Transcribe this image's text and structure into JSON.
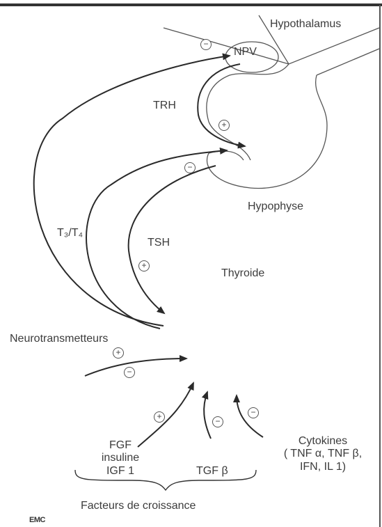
{
  "labels": {
    "hypothalamus": "Hypothalamus",
    "npv": "NPV",
    "trh": "TRH",
    "hypophyse": "Hypophyse",
    "t3t4": "T₃/T₄",
    "tsh": "TSH",
    "thyroide": "Thyroide",
    "neurotransmetteurs": "Neurotransmetteurs",
    "fgf_line1": "FGF",
    "fgf_line2": "insuline",
    "fgf_line3": "IGF 1",
    "tgf": "TGF β",
    "cytokines_line1": "Cytokines",
    "cytokines_line2": "( TNF α, TNF β,",
    "cytokines_line3": "IFN, IL 1)",
    "facteurs": "Facteurs de croissance",
    "emc_logo": "EMC"
  },
  "signs": {
    "npv_feedback": "−",
    "trh_effect": "+",
    "pituitary_feedback": "−",
    "tsh_effect": "+",
    "neuro_plus": "+",
    "neuro_minus": "−",
    "fgf_effect": "+",
    "tgf_effect": "−",
    "cytokines_effect": "−"
  }
}
